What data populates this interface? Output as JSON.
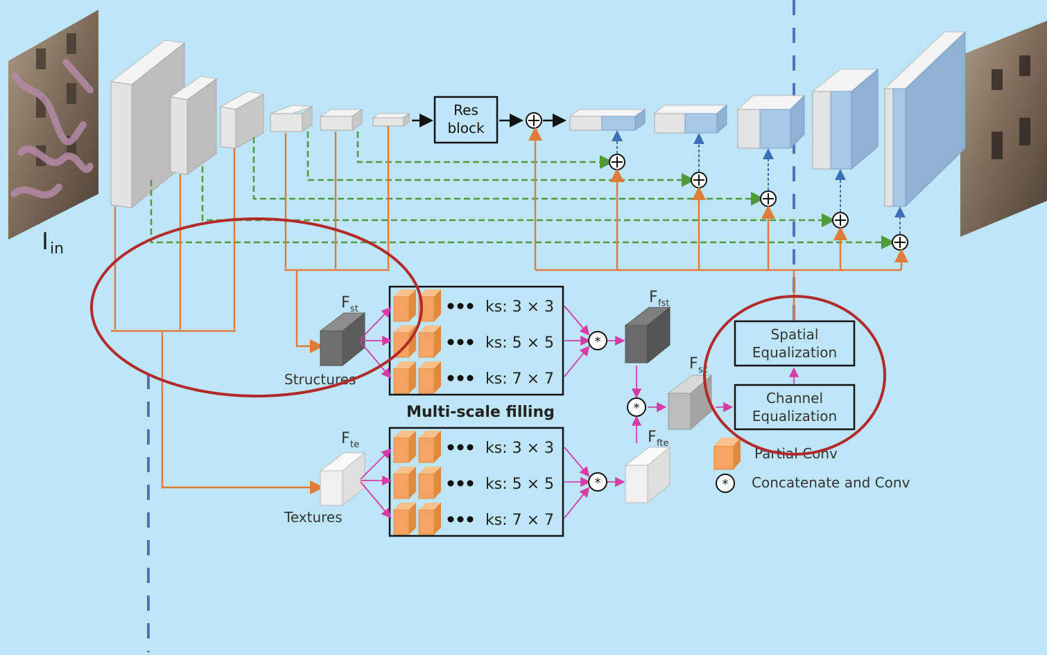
{
  "diagram": {
    "input_label": "I",
    "input_subscript": "in",
    "res_block": {
      "line1": "Res",
      "line2": "block"
    },
    "multiscale_title": "Multi-scale filling",
    "kernel_sizes": [
      "ks: 3 × 3",
      "ks: 5 × 5",
      "ks: 7 × 7"
    ],
    "structures_label": "Structures",
    "textures_label": "Textures",
    "f_st": {
      "main": "F",
      "sub": "st"
    },
    "f_te": {
      "main": "F",
      "sub": "te"
    },
    "f_fst": {
      "main": "F",
      "sub": "fst"
    },
    "f_fte": {
      "main": "F",
      "sub": "fte"
    },
    "f_sc": {
      "main": "F",
      "sub": "sc"
    },
    "spatial_eq": {
      "line1": "Spatial",
      "line2": "Equalization"
    },
    "channel_eq": {
      "line1": "Channel",
      "line2": "Equalization"
    },
    "legend": {
      "partial_conv": "Partial Conv",
      "concat_conv": "Concatenate and Conv"
    },
    "colors": {
      "background": "#bfe6f8",
      "orange_line": "#e07b39",
      "green_dashed": "#4f9a3a",
      "blue_dotted": "#3c6fb8",
      "magenta_arrow": "#d63ca8",
      "highlight_ellipse": "#b22a2a",
      "divider_dashed": "#5670c0",
      "partial_conv_block": "#f4a460",
      "decoder_blue": "#a8c8e8"
    }
  }
}
